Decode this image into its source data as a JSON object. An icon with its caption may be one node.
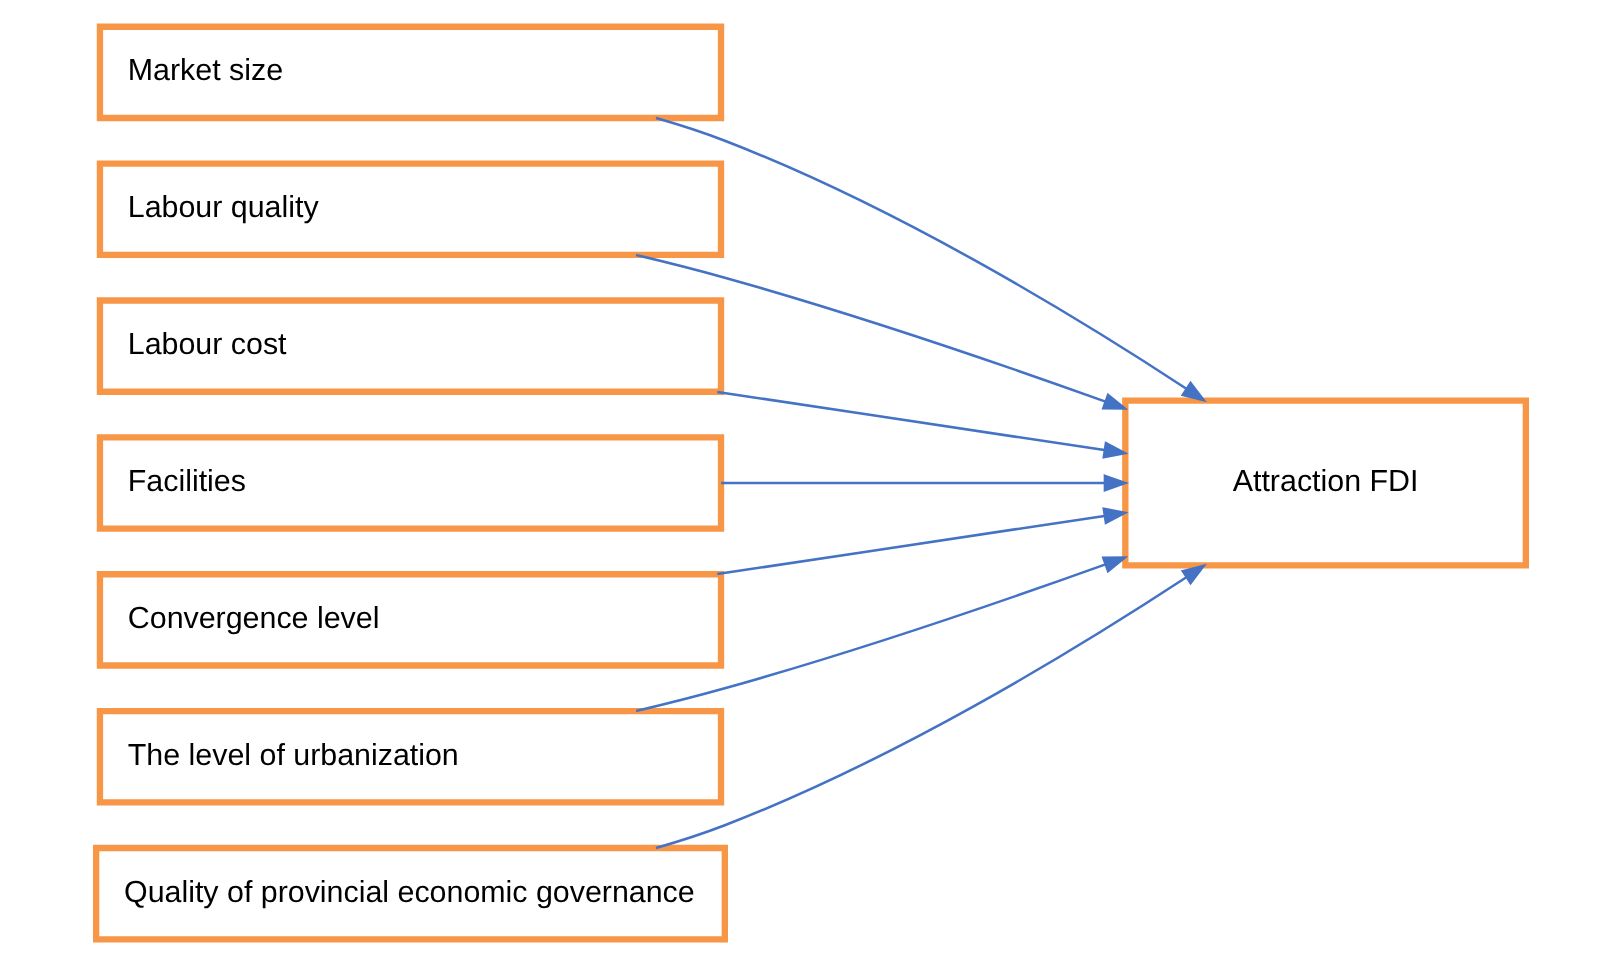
{
  "diagram": {
    "nodes": [
      {
        "text": [
          "Market size"
        ]
      },
      {
        "text": [
          "Labour quality"
        ]
      },
      {
        "text": [
          "Labour cost"
        ]
      },
      {
        "text": [
          "Facilities"
        ]
      },
      {
        "text": [
          "Convergence level"
        ]
      },
      {
        "text": [
          "The level of urbanization"
        ]
      },
      {
        "text": [
          "Quality of provincial economic governance"
        ]
      },
      {
        "text": [
          "Attraction FDI"
        ]
      }
    ],
    "edges": [
      {
        "from": 0,
        "to": 7,
        "arrow": "to"
      },
      {
        "from": 1,
        "to": 7,
        "arrow": "to"
      },
      {
        "from": 2,
        "to": 7,
        "arrow": "to"
      },
      {
        "from": 3,
        "to": 7,
        "arrow": "to"
      },
      {
        "from": 4,
        "to": 7,
        "arrow": "to"
      },
      {
        "from": 5,
        "to": 7,
        "arrow": "to"
      },
      {
        "from": 6,
        "to": 7,
        "arrow": "to"
      }
    ]
  }
}
